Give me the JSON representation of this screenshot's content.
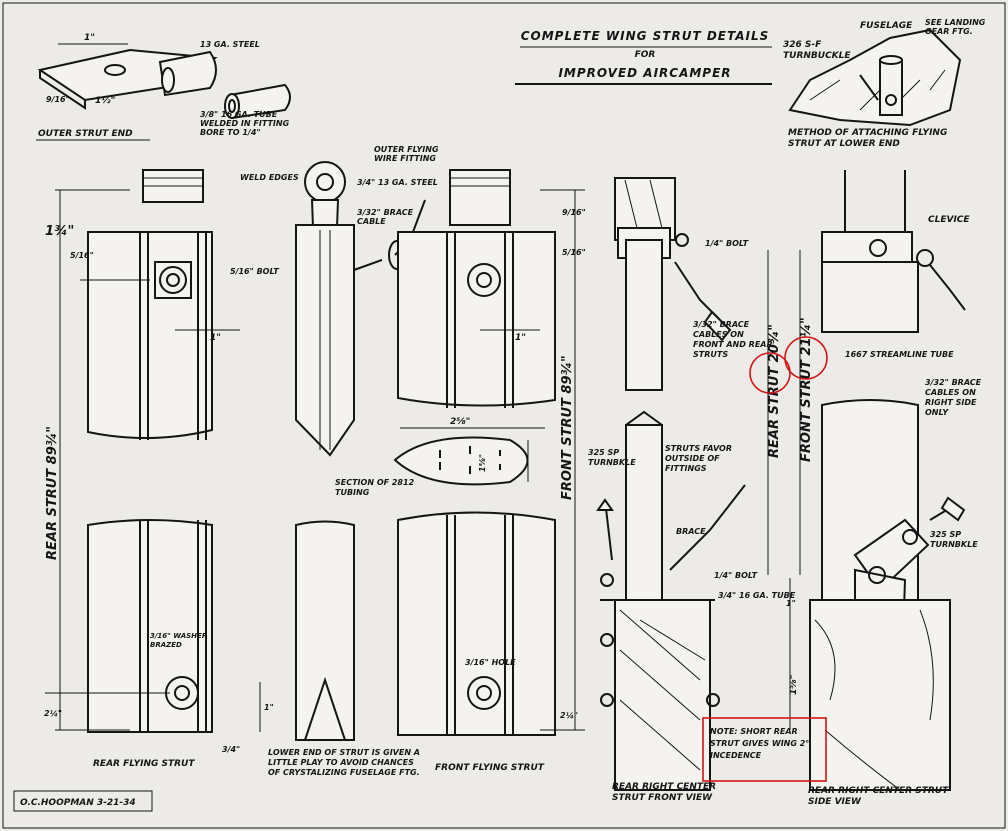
{
  "title": {
    "line1": "COMPLETE WING STRUT DETAILS",
    "line2": "FOR",
    "line3": "IMPROVED AIRCAMPER"
  },
  "outer_strut_end": {
    "dim_1in": "1\"",
    "dim_9_16": "9/16\"",
    "dim_1_half": "1½\"",
    "steel": "13 GA. STEEL",
    "tube": "3/8\" 16 GA. TUBE WELDED IN FITTING BORE TO 1/4\"",
    "caption": "OUTER STRUT END"
  },
  "lower_end": {
    "fuselage": "FUSELAGE",
    "see_landing": "SEE LANDING GEAR FTG.",
    "turnbuckle": "326 S-F TURNBUCKLE",
    "caption": "METHOD OF ATTACHING FLYING STRUT AT LOWER END"
  },
  "rear_strut": {
    "dim_top": "1¾\"",
    "dim_5_16": "5/16\"",
    "bolt": "5/16\" BOLT",
    "dim_1in": "1\"",
    "length": "REAR STRUT 89¾\"",
    "washer": "3/16\" WASHER BRAZED",
    "dim_bottom": "2¼\"",
    "dim_side": "1\"",
    "dim_small": "3/4\"",
    "caption": "REAR FLYING STRUT"
  },
  "section": {
    "weld_edges": "WELD EDGES",
    "outer_wire": "OUTER FLYING WIRE FITTING",
    "steel": "3/4\" 13 GA. STEEL",
    "brace_cable": "3/32\" BRACE CABLE",
    "width": "2⅝\"",
    "height": "1⅝\"",
    "section_label": "SECTION OF 2812 TUBING",
    "lower_note": "LOWER END OF STRUT IS GIVEN A LITTLE PLAY TO AVOID CHANCES OF CRYSTALIZING FUSELAGE FTG."
  },
  "front_strut": {
    "dim_top": "9/16\"",
    "dim_mid": "5/16\"",
    "dim_1in": "1\"",
    "length": "FRONT STRUT 89¾\"",
    "hole": "3/16\" HOLE",
    "dim_bottom": "2¼\"",
    "caption": "FRONT FLYING STRUT"
  },
  "center_front": {
    "bolt": "1/4\" BOLT",
    "brace": "3/32\" BRACE CABLES ON FRONT AND REAR STRUTS",
    "rear_len": "REAR STRUT 20¾\"",
    "front_len": "FRONT STRUT 21¼\"",
    "turnbuckle": "325 SP TURNBKLE",
    "favor": "STRUTS FAVOR OUTSIDE OF FITTINGS",
    "brace2": "BRACE",
    "bolt2": "1/4\" BOLT",
    "tube": "3/4\" 16 GA. TUBE",
    "caption": "REAR RIGHT CENTER STRUT FRONT VIEW"
  },
  "center_side": {
    "clevice": "CLEVICE",
    "streamline": "1667 STREAMLINE TUBE",
    "brace": "3/32\" BRACE CABLES ON RIGHT SIDE ONLY",
    "turnbuckle": "325 SP TURNBKLE",
    "dim_a": "1\"",
    "dim_b": "1⅝\"",
    "caption": "REAR RIGHT CENTER STRUT SIDE VIEW"
  },
  "note": "NOTE: SHORT REAR STRUT GIVES WING 2° INCEDENCE",
  "signature": "O.C.HOOPMAN 3-21-34",
  "colors": {
    "ink": "#151515",
    "paper": "#ecebe7",
    "highlight": "#d21414"
  }
}
